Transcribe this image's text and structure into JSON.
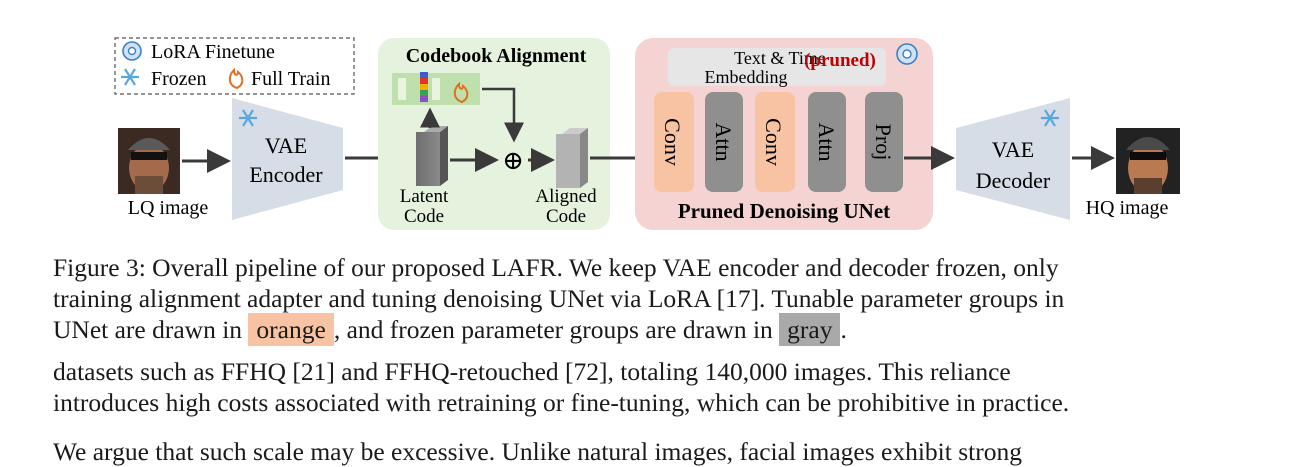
{
  "figure": {
    "legend": {
      "lora": "LoRA Finetune",
      "frozen": "Frozen",
      "full_train": "Full Train"
    },
    "lq_label": "LQ image",
    "hq_label": "HQ image",
    "encoder": {
      "line1": "VAE",
      "line2": "Encoder"
    },
    "decoder": {
      "line1": "VAE",
      "line2": "Decoder"
    },
    "codebook_title": "Codebook Alignment",
    "latent": {
      "line1": "Latent",
      "line2": "Code"
    },
    "aligned": {
      "line1": "Aligned",
      "line2": "Code"
    },
    "plus": "⊕",
    "embed": {
      "line1": "Text & Time",
      "line2": "Embedding",
      "pruned": "(pruned)"
    },
    "blocks": [
      "Conv",
      "Attn",
      "Conv",
      "Attn",
      "Proj"
    ],
    "unet_title": "Pruned Denoising UNet",
    "colors": {
      "orange": "#f7c3a3",
      "gray": "#8f8f8f",
      "green_bg": "#e5f2dd",
      "pink_bg": "#f5d3d2",
      "red_text": "#c00000",
      "vae": "#d6dde6"
    }
  },
  "caption": {
    "line1": "Figure 3: Overall pipeline of our proposed LAFR. We keep VAE encoder and decoder frozen, only",
    "line2": "training alignment adapter and tuning denoising UNet via LoRA [17]. Tunable parameter groups in",
    "line3_a": "UNet are drawn in ",
    "orange_word": "orange",
    "line3_b": ", and frozen parameter groups are drawn in ",
    "gray_word": "gray",
    "line3_c": "."
  },
  "body": {
    "line1": "datasets such as FFHQ [21] and FFHQ-retouched [72], totaling 140,000 images. This reliance",
    "line2": "introduces high costs associated with retraining or fine-tuning, which can be prohibitive in practice.",
    "line3": "We argue that such scale may be excessive. Unlike natural images, facial images exhibit strong"
  }
}
